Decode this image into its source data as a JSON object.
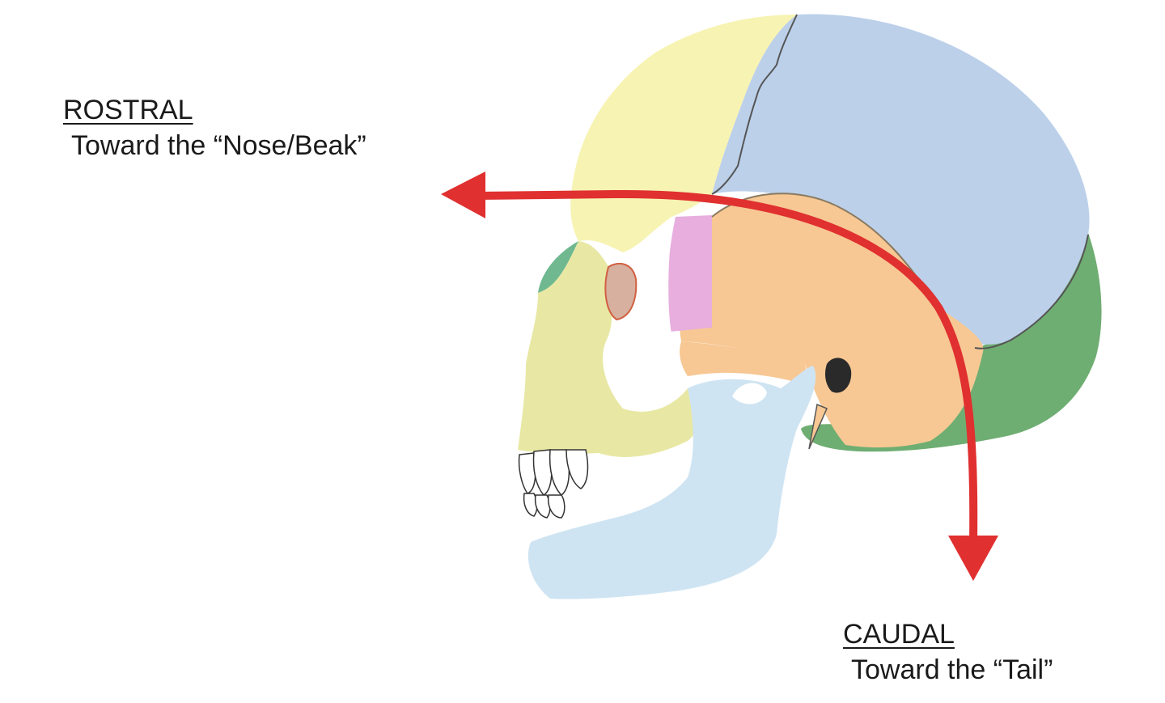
{
  "rostral": {
    "term": "ROSTRAL",
    "description": "Toward the “Nose/Beak”"
  },
  "caudal": {
    "term": "CAUDAL",
    "description": "Toward the “Tail”"
  },
  "colors": {
    "arrow": "#e03030",
    "frontal_bone": "#f7f3b2",
    "parietal_bone": "#bcd0ea",
    "temporal_bone": "#f7c894",
    "occipital_bone": "#6fae72",
    "sphenoid_bone": "#e7aede",
    "maxilla": "#e8e8a4",
    "mandible": "#cfe4f2",
    "nasal_bone": "#6fb890",
    "zygomatic_bone": "#f7c894",
    "teeth": "#ffffff"
  }
}
